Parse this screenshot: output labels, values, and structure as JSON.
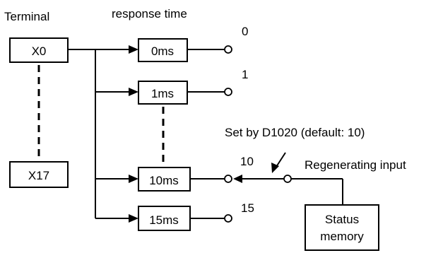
{
  "labels": {
    "terminal": "Terminal",
    "response_time": "response time",
    "set_by": "Set by D1020 (default: 10)",
    "regenerating_input": "Regenerating input"
  },
  "terminals": {
    "first": "X0",
    "last": "X17"
  },
  "filters": [
    {
      "label": "0ms",
      "index": "0"
    },
    {
      "label": "1ms",
      "index": "1"
    },
    {
      "label": "10ms",
      "index": "10"
    },
    {
      "label": "15ms",
      "index": "15"
    }
  ],
  "status_memory": {
    "line1": "Status",
    "line2": "memory"
  }
}
